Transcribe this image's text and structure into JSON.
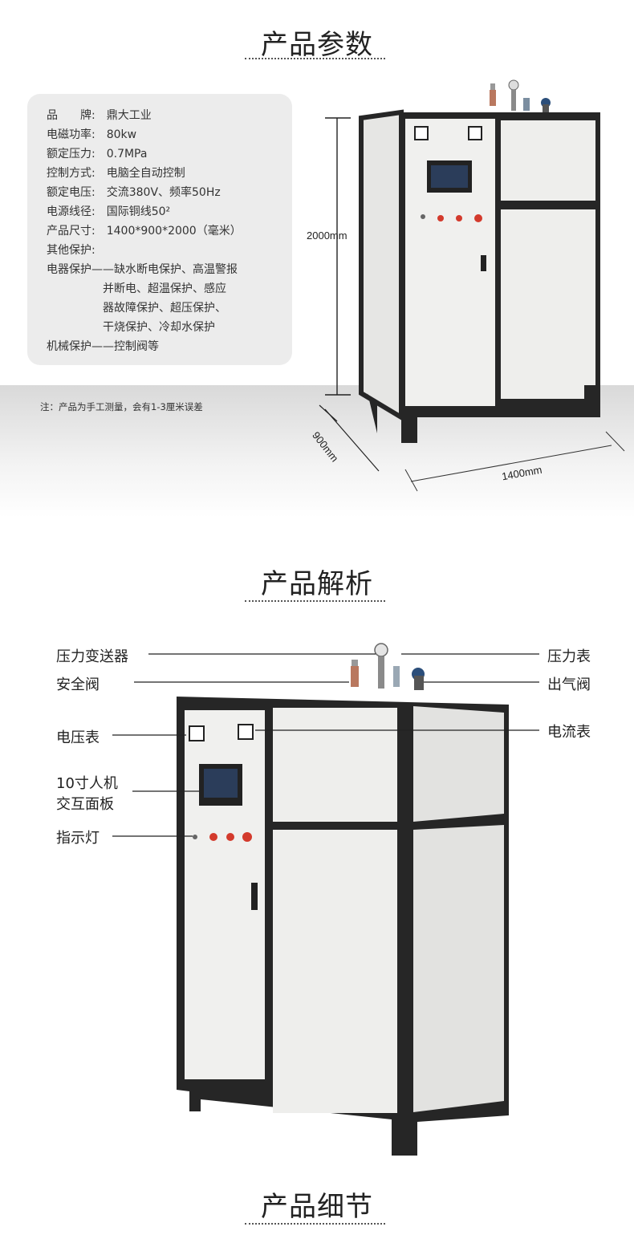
{
  "sections": {
    "params_title": "产品参数",
    "analysis_title": "产品解析",
    "detail_title": "产品细节"
  },
  "specs": [
    {
      "text": "品　　牌:　鼎大工业"
    },
    {
      "text": "电磁功率:　80kw"
    },
    {
      "text": "额定压力:　0.7MPa"
    },
    {
      "text": "控制方式:　电脑全自动控制"
    },
    {
      "text": "额定电压:　交流380V、频率50Hz"
    },
    {
      "text": "电源线径:　国际铜线50²"
    },
    {
      "text": "产品尺寸:　1400*900*2000（毫米）"
    },
    {
      "text": "其他保护:"
    },
    {
      "text": "电器保护——缺水断电保护、高温警报"
    },
    {
      "text": "　　　　　并断电、超温保护、感应"
    },
    {
      "text": "　　　　　器故障保护、超压保护、"
    },
    {
      "text": "　　　　　干烧保护、冷却水保护"
    },
    {
      "text": "机械保护——控制阀等"
    }
  ],
  "note": "注：产品为手工测量，会有1-3厘米误差",
  "dimensions": {
    "height": "2000mm",
    "depth": "900mm",
    "width": "1400mm"
  },
  "callouts": {
    "pressure_transmitter": "压力变送器",
    "safety_valve": "安全阀",
    "voltmeter": "电压表",
    "hmi_line1": "10寸人机",
    "hmi_line2": "交互面板",
    "indicator": "指示灯",
    "pressure_gauge": "压力表",
    "outlet_valve": "出气阀",
    "ammeter": "电流表"
  },
  "colors": {
    "frame": "#262626",
    "panel": "#f0f0ee",
    "accent_red": "#d33a2c"
  }
}
